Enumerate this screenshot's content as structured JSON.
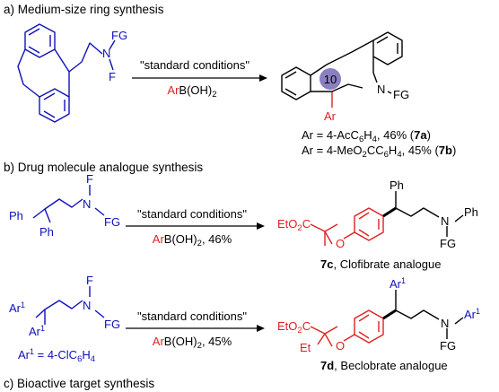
{
  "sections": {
    "a": "a) Medium-size ring synthesis",
    "b": "b) Drug molecule analogue synthesis",
    "c": "c) Bioactive target synthesis"
  },
  "reaction_a": {
    "conditions": "\"standard conditions\"",
    "reagent_red": "Ar",
    "reagent_rest": "B(OH)",
    "reagent_sub": "2",
    "substrate_atoms": {
      "fg": "FG",
      "n": "N",
      "f": "F"
    },
    "product_atoms": {
      "n": "N",
      "fg": "FG",
      "ar": "Ar"
    },
    "ring_size": "10",
    "result1": {
      "pre": "Ar = 4-AcC",
      "sub1": "6",
      "mid": "H",
      "sub2": "4",
      "post": ", 46% (",
      "cmpd": "7a",
      "close": ")"
    },
    "result2": {
      "pre": "Ar = 4-MeO",
      "sub0": "2",
      "pre2": "CC",
      "sub1": "6",
      "mid": "H",
      "sub2": "4",
      "post": ", 45% (",
      "cmpd": "7b",
      "close": ")"
    }
  },
  "reaction_b": {
    "conditions": "\"standard conditions\"",
    "reagent_red": "Ar",
    "reagent_rest": "B(OH)",
    "reagent_sub": "2",
    "reagent_yield": ", 46%",
    "substrate_atoms": {
      "ph1": "Ph",
      "ph2": "Ph",
      "f": "F",
      "n": "N",
      "fg": "FG"
    },
    "product_atoms": {
      "eto2c_a": "EtO",
      "eto2c_sub": "2",
      "eto2c_b": "C",
      "o": "O",
      "ph": "Ph",
      "n": "N",
      "ph2": "Ph",
      "fg": "FG"
    },
    "caption_cmpd": "7c",
    "caption_text": ", Clofibrate analogue"
  },
  "reaction_c": {
    "conditions": "\"standard conditions\"",
    "reagent_red": "Ar",
    "reagent_rest": "B(OH)",
    "reagent_sub": "2",
    "reagent_yield": ", 45%",
    "substrate_atoms": {
      "ar_a": "Ar",
      "sup": "1",
      "f": "F",
      "n": "N",
      "fg": "FG"
    },
    "ar_def": {
      "ar": "Ar",
      "sup": "1",
      "rest": " = 4-ClC",
      "sub1": "6",
      "h": "H",
      "sub2": "4"
    },
    "product_atoms": {
      "eto2c_a": "EtO",
      "eto2c_sub": "2",
      "eto2c_b": "C",
      "et": "Et",
      "o": "O",
      "ar": "Ar",
      "sup": "1",
      "n": "N",
      "fg": "FG"
    },
    "caption_cmpd": "7d",
    "caption_text": ", Beclobrate analogue"
  },
  "colors": {
    "substrate_blue": "#1010b8",
    "aryl_red": "#e02020",
    "ring_highlight": "#8a7fc0",
    "text_black": "#000000"
  }
}
